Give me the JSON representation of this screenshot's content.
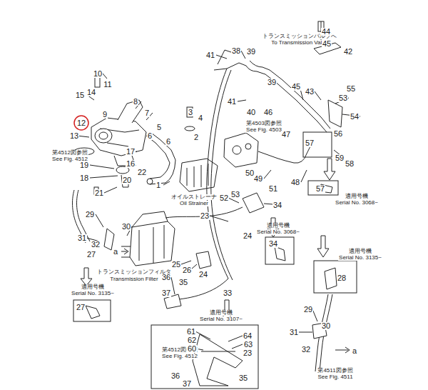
{
  "diagram": {
    "labels": [
      "トランスミッションバルブへ",
      "To Transmission Valve",
      "第4503図参照",
      "See Fig. 4503",
      "オイルストレーナ",
      "Oil Strainer",
      "第4512図参照",
      "See Fig. 4512",
      "トランスミッションフィルタ",
      "Transmission Filter",
      "適用号機",
      "Serial No. 3135~",
      "適用号機",
      "Serial No. 3107~",
      "第4512図参照",
      "See Fig. 4512",
      "適用号機",
      "Serial No. 3068~",
      "適用号機",
      "Serial No. 3068~",
      "適用号機",
      "Serial No. 3135~",
      "第4511図参照",
      "See Fig. 4511",
      "10",
      "8",
      "11",
      "14",
      "15",
      "7",
      "9",
      "12",
      "5",
      "6",
      "6",
      "13",
      "3",
      "4",
      "2",
      "17",
      "16",
      "22",
      "20",
      "19",
      "18",
      "21",
      "1",
      "44",
      "45",
      "42",
      "41",
      "38",
      "39",
      "39",
      "41",
      "40",
      "46",
      "45",
      "43",
      "55",
      "53",
      "54",
      "47",
      "57",
      "56",
      "59",
      "58",
      "48",
      "49",
      "50",
      "51",
      "52",
      "53",
      "34",
      "57",
      "24",
      "34",
      "28",
      "29",
      "30",
      "31",
      "32",
      "27",
      "a",
      "23",
      "25",
      "26",
      "24",
      "36",
      "35",
      "37",
      "33",
      "27",
      "29",
      "30",
      "31",
      "32",
      "a",
      "61",
      "62",
      "60",
      "64",
      "63",
      "23",
      "36",
      "37",
      "35"
    ]
  }
}
